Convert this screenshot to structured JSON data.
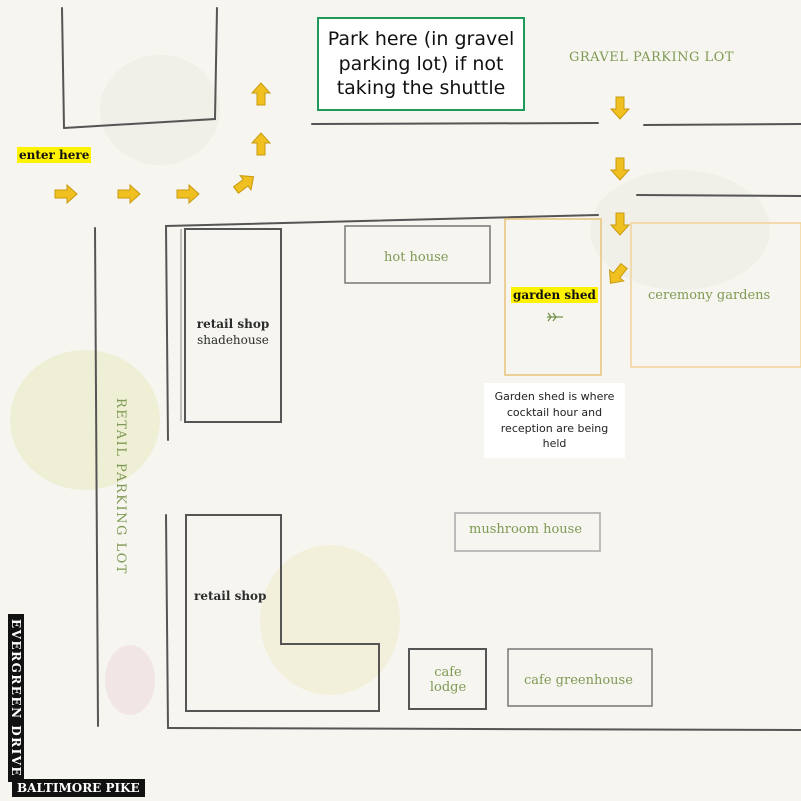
{
  "notes": {
    "parking": "Park here (in gravel parking lot) if not taking the shuttle",
    "garden_shed": "Garden shed is where cocktail hour and reception are being held"
  },
  "labels": {
    "enter_here": "enter here",
    "gravel_parking_lot": "GRAVEL PARKING LOT",
    "retail_parking_lot": "RETAIL PARKING LOT",
    "evergreen_drive": "EVERGREEN DRIVE",
    "baltimore_pike": "BALTIMORE PIKE"
  },
  "buildings": {
    "retail_shop_shadehouse_1": "retail shop",
    "retail_shop_shadehouse_2": "shadehouse",
    "hot_house": "hot house",
    "garden_shed": "garden shed",
    "ceremony_gardens": "ceremony gardens",
    "mushroom_house": "mushroom house",
    "retail_shop": "retail shop",
    "cafe_lodge_1": "cafe",
    "cafe_lodge_2": "lodge",
    "cafe_greenhouse": "cafe greenhouse"
  },
  "colors": {
    "accent_green": "#7f9a55",
    "arrow_yellow": "#f0c020",
    "highlight_yellow": "#fff200",
    "note_border": "#1f9a5a",
    "line": "#555555"
  },
  "icons": [
    "direction-arrow",
    "garden-sprig-icon"
  ]
}
